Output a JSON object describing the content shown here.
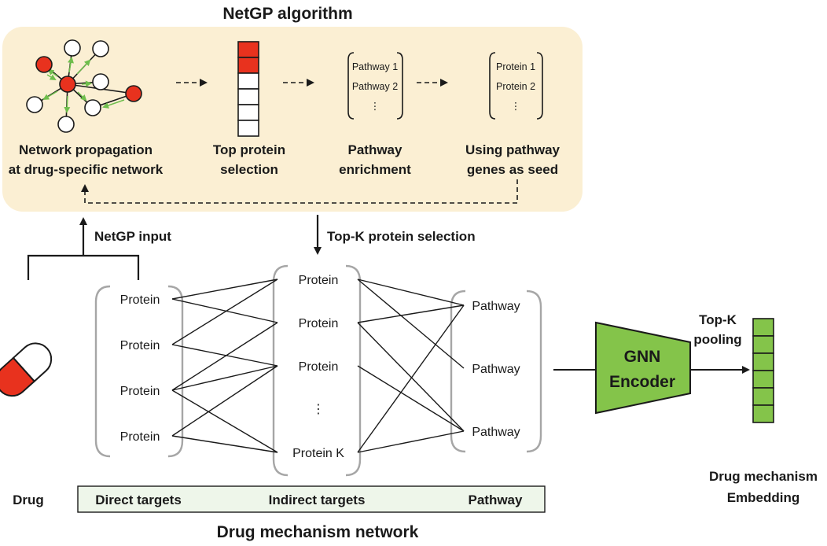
{
  "title": "NetGP algorithm",
  "steps": {
    "step1": {
      "line1": "Network propagation",
      "line2": "at drug-specific network"
    },
    "step2": {
      "line1": "Top protein",
      "line2": "selection"
    },
    "step3": {
      "line1": "Pathway",
      "line2": "enrichment"
    },
    "step4": {
      "line1": "Using pathway",
      "line2": "genes as seed"
    }
  },
  "pathway_list": {
    "item1": "Pathway 1",
    "item2": "Pathway 2",
    "ellipsis": "⋮"
  },
  "protein_list": {
    "item1": "Protein 1",
    "item2": "Protein 2",
    "ellipsis": "⋮"
  },
  "netgp_input_label": "NetGP input",
  "topk_selection_label": "Top-K protein selection",
  "direct_proteins": [
    "Protein",
    "Protein",
    "Protein",
    "Protein"
  ],
  "indirect_proteins": {
    "items": [
      "Protein",
      "Protein",
      "Protein"
    ],
    "ellipsis": "⋮",
    "last": "Protein K"
  },
  "pathways": [
    "Pathway",
    "Pathway",
    "Pathway"
  ],
  "gnn": {
    "line1": "GNN",
    "line2": "Encoder"
  },
  "pooling": {
    "line1": "Top-K",
    "line2": "pooling"
  },
  "drug_label": "Drug",
  "bottom_bar": {
    "direct": "Direct targets",
    "indirect": "Indirect targets",
    "pathway": "Pathway"
  },
  "network_caption": "Drug mechanism network",
  "embedding_caption": {
    "line1": "Drug mechanism",
    "line2": "Embedding"
  },
  "colors": {
    "panel_bg": "#fbefd3",
    "node_red": "#e8321e",
    "propagation_arrow": "#6fbe4c",
    "gnn_green": "#84c44a",
    "bar_bg": "#eef6ea",
    "bracket_gray": "#a6a6a6"
  }
}
